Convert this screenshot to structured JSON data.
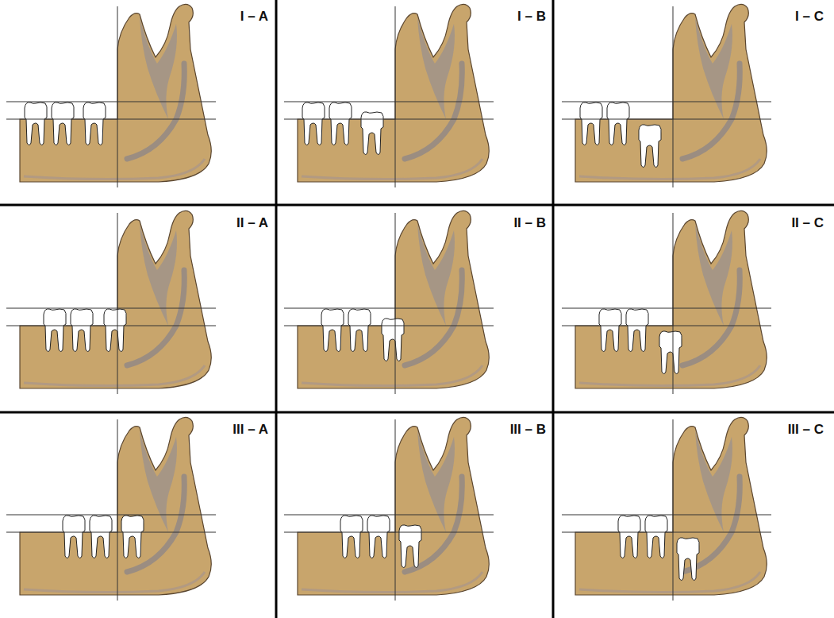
{
  "diagram": {
    "labels": [
      "I – A",
      "I – B",
      "I – C",
      "II – A",
      "II – B",
      "II – C",
      "III – A",
      "III – B",
      "III – C"
    ]
  }
}
